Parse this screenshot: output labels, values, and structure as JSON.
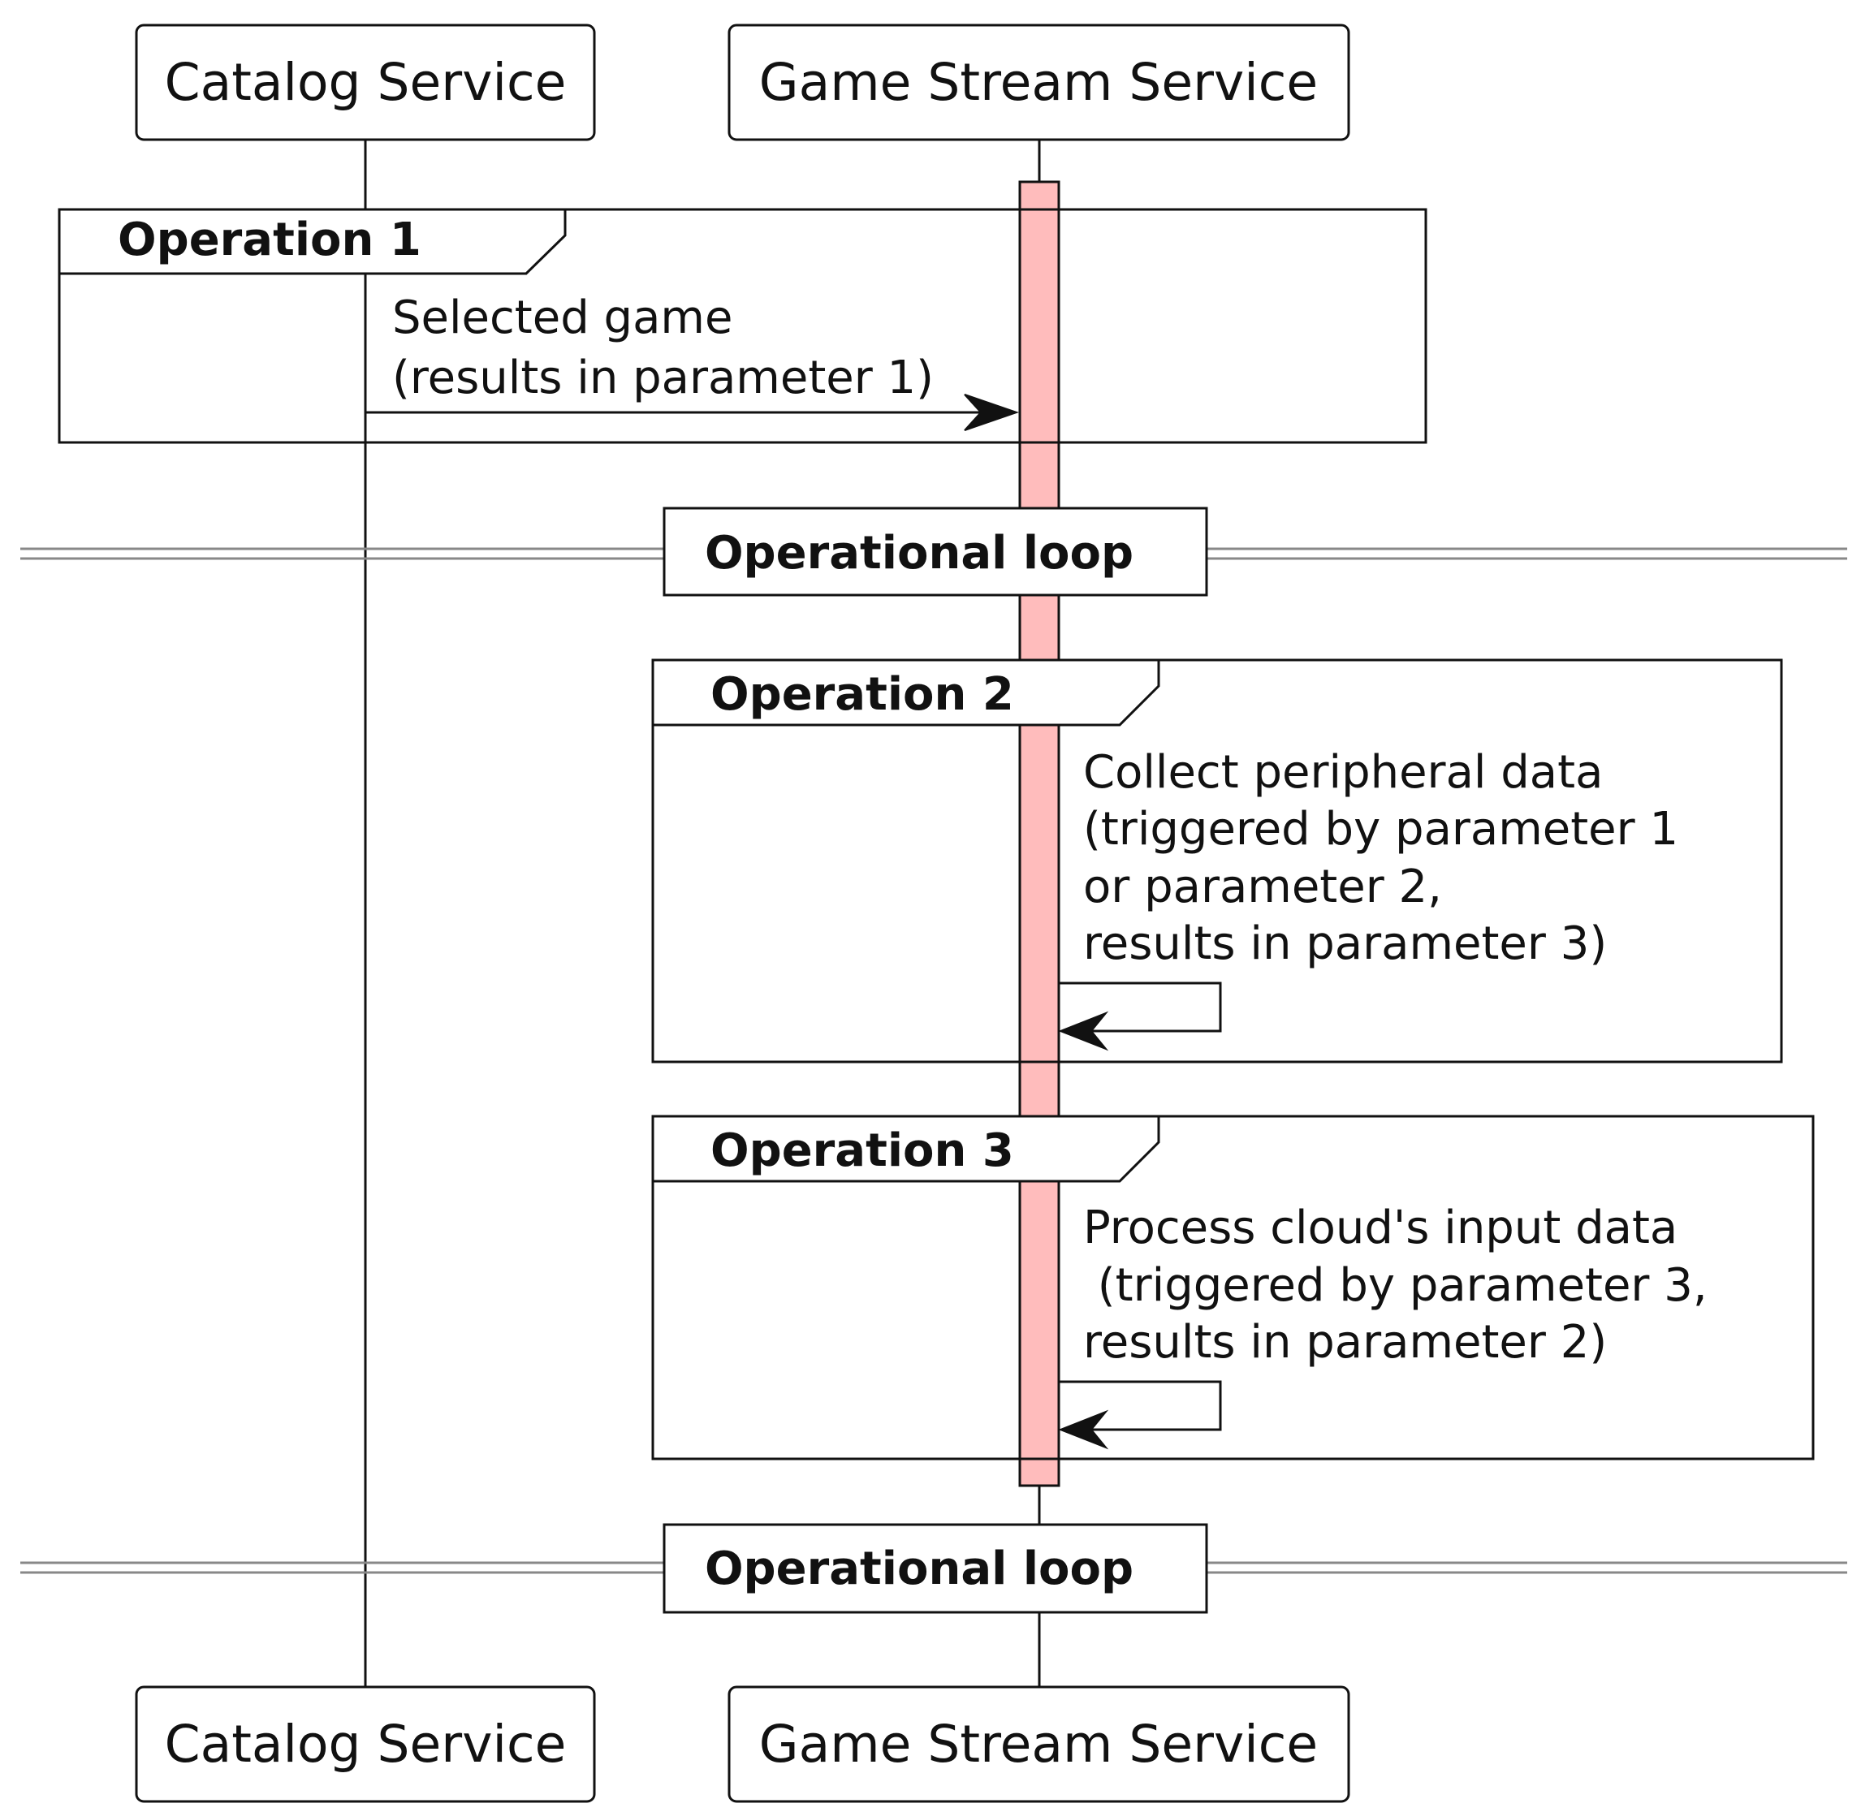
{
  "participants": {
    "catalog": "Catalog Service",
    "game_stream": "Game Stream Service"
  },
  "groups": {
    "op1": "Operation 1",
    "op2": "Operation 2",
    "op3": "Operation 3"
  },
  "messages": {
    "selected_game": {
      "line1": "Selected game",
      "line2": "(results in parameter 1)"
    },
    "collect_peripheral": {
      "line1": "Collect peripheral data",
      "line2": "(triggered by parameter 1",
      "line3": "or parameter 2,",
      "line4": "results in parameter 3)"
    },
    "process_input": {
      "line1": "Process cloud's input data",
      "line2": " (triggered by parameter 3,",
      "line3": "results in parameter 2)"
    }
  },
  "dividers": {
    "loop_start": "Operational loop",
    "loop_end": "Operational loop"
  },
  "colors": {
    "activation": "#ffbcbc",
    "lines": "#111111",
    "divider": "#888888"
  }
}
